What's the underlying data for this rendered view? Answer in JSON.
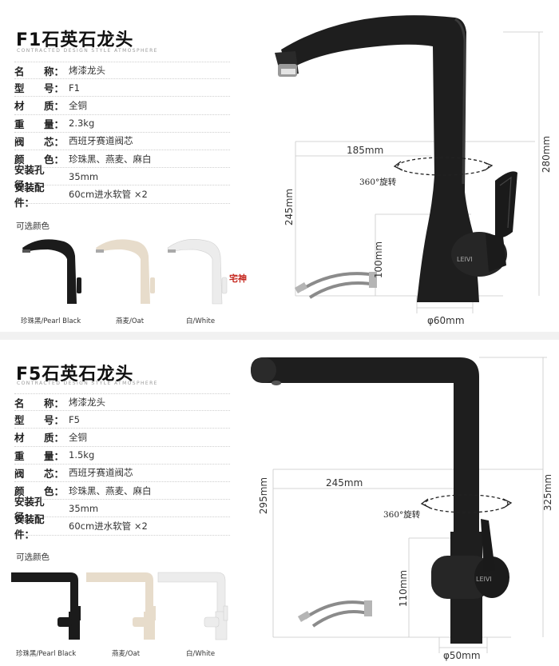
{
  "products": [
    {
      "title": "F1石英石龙头",
      "subtitle": "CONTRACTED DESIGN STYLE ATMOSPHERE",
      "specs": [
        {
          "label": [
            "名",
            "称："
          ],
          "value": "烤漆龙头"
        },
        {
          "label": [
            "型",
            "号："
          ],
          "value": "F1"
        },
        {
          "label": [
            "材",
            "质："
          ],
          "value": "全铜"
        },
        {
          "label": [
            "重",
            "量："
          ],
          "value": "2.3kg"
        },
        {
          "label": [
            "阀",
            "芯："
          ],
          "value": "西班牙赛道阀芯"
        },
        {
          "label": [
            "颜",
            "色："
          ],
          "value": "珍珠黑、燕麦、麻白"
        },
        {
          "label": [
            "安装孔径："
          ],
          "value": "35mm"
        },
        {
          "label": [
            "安装配件："
          ],
          "value": "60cm进水软管 ×2"
        }
      ],
      "colors_title": "可选颜色",
      "swatches": [
        {
          "caption": "珍珠黑/Pearl Black",
          "color": "#1b1b1b"
        },
        {
          "caption": "燕麦/Oat",
          "color": "#e7dccb"
        },
        {
          "caption": "白/White",
          "color": "#ececec"
        }
      ],
      "dims": {
        "width": "185mm",
        "height_total": "280mm",
        "height_spout": "245mm",
        "height_handle": "100mm",
        "base": "φ60mm",
        "rotation": "360°旋转"
      },
      "brand": "LEIVI"
    },
    {
      "title": "F5石英石龙头",
      "subtitle": "CONTRACTED DESIGN STYLE ATMOSPHERE",
      "specs": [
        {
          "label": [
            "名",
            "称："
          ],
          "value": "烤漆龙头"
        },
        {
          "label": [
            "型",
            "号："
          ],
          "value": "F5"
        },
        {
          "label": [
            "材",
            "质："
          ],
          "value": "全铜"
        },
        {
          "label": [
            "重",
            "量："
          ],
          "value": "1.5kg"
        },
        {
          "label": [
            "阀",
            "芯："
          ],
          "value": "西班牙赛道阀芯"
        },
        {
          "label": [
            "颜",
            "色："
          ],
          "value": "珍珠黑、燕麦、麻白"
        },
        {
          "label": [
            "安装孔径："
          ],
          "value": "35mm"
        },
        {
          "label": [
            "安装配件："
          ],
          "value": "60cm进水软管 ×2"
        }
      ],
      "colors_title": "可选颜色",
      "swatches": [
        {
          "caption": "珍珠黑/Pearl Black",
          "color": "#1b1b1b"
        },
        {
          "caption": "燕麦/Oat",
          "color": "#e7dccb"
        },
        {
          "caption": "白/White",
          "color": "#ececec"
        }
      ],
      "dims": {
        "width": "245mm",
        "height_total": "325mm",
        "height_spout": "295mm",
        "height_handle": "110mm",
        "base": "φ50mm",
        "rotation": "360°旋转"
      },
      "brand": "LEIVI"
    }
  ],
  "watermark": "宅神"
}
